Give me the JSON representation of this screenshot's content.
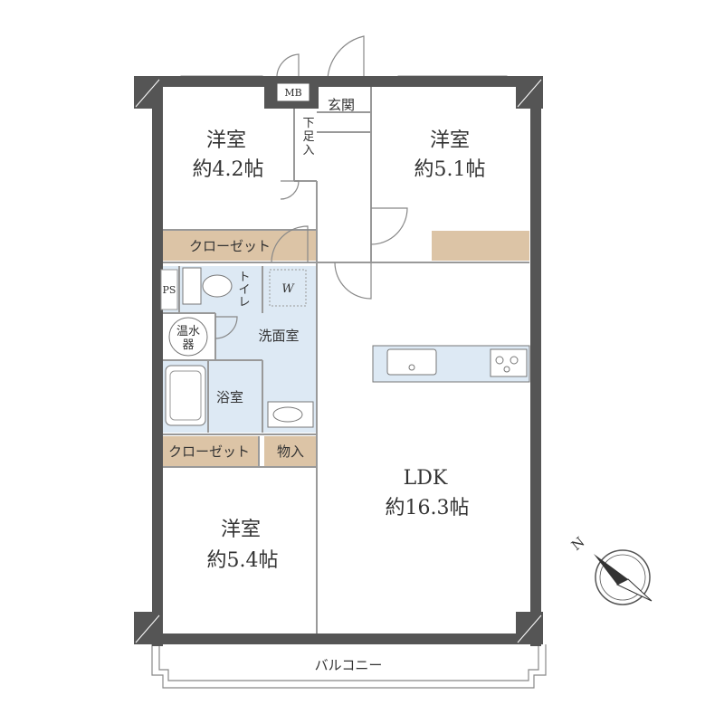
{
  "rooms": {
    "western_nw": {
      "name": "洋室",
      "area": "約4.2帖"
    },
    "western_ne": {
      "name": "洋室",
      "area": "約5.1帖"
    },
    "western_sw": {
      "name": "洋室",
      "area": "約5.4帖"
    },
    "ldk": {
      "name": "LDK",
      "area": "約16.3帖"
    }
  },
  "labels": {
    "mb": "MB",
    "genkan": "玄関",
    "shoe": [
      "下",
      "足",
      "入"
    ],
    "closet_upper": "クローゼット",
    "closet_lower": "クローゼット",
    "ps": "PS",
    "toilet": [
      "ト",
      "イ",
      "レ"
    ],
    "washer": "W",
    "water_heater": [
      "温水",
      "器"
    ],
    "washroom": "洗面室",
    "bath": "浴室",
    "storage": "物入",
    "balcony": "バルコニー",
    "compass": "N"
  },
  "colors": {
    "wall": "#555555",
    "closet": "#dcc4a6",
    "wet_area": "#dde9f4",
    "outline": "#888888"
  }
}
